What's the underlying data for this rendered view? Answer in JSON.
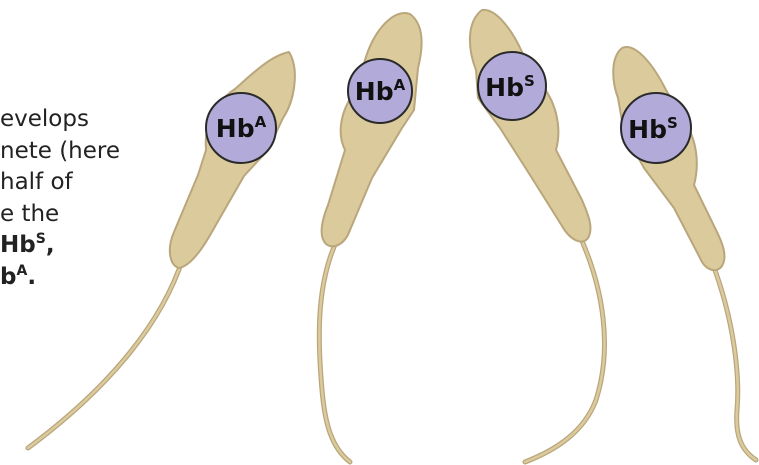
{
  "caption": {
    "line1": "evelops",
    "line2": "nete (here",
    "line3": "half of",
    "line4": "e the",
    "line5_text": "Hb",
    "line5_sup": "S",
    "line5_tail": ",",
    "line6_text": "b",
    "line6_sup": "A",
    "line6_tail": "."
  },
  "cells": [
    {
      "label": "Hb",
      "allele": "A"
    },
    {
      "label": "Hb",
      "allele": "A"
    },
    {
      "label": "Hb",
      "allele": "S"
    },
    {
      "label": "Hb",
      "allele": "S"
    }
  ],
  "colors": {
    "cell_fill": "#dbcb9c",
    "cell_outline": "#b9a67c",
    "nucleus_fill": "#b2abd9",
    "nucleus_outline": "#2a2a2a",
    "text": "#222222"
  }
}
